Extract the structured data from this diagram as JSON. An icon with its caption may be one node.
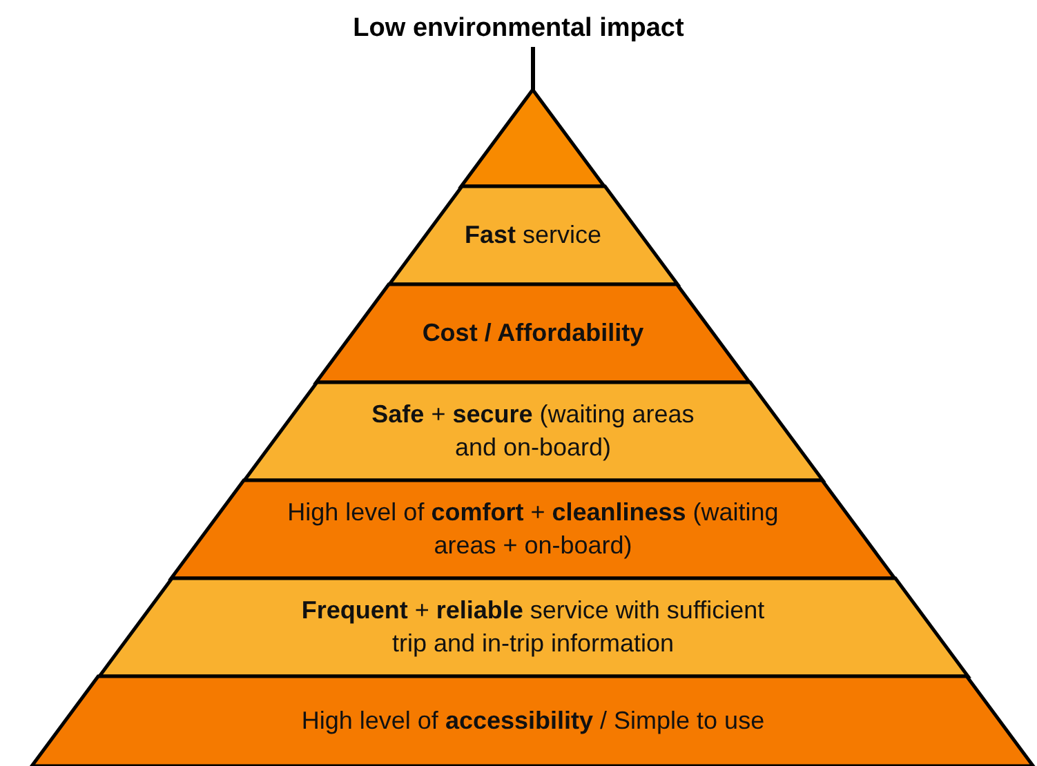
{
  "diagram": {
    "nodes": [
      {
        "text": [
          "Low environmental impact"
        ]
      },
      {
        "text": [],
        "shape": "triangle"
      },
      {
        "text": [
          "**Fast** service"
        ]
      },
      {
        "text": [
          "Cost / Affordability"
        ]
      },
      {
        "text": [
          "**Safe** + **secure** (waiting areas and on-board)"
        ]
      },
      {
        "text": [
          "High level of **comfort** + **cleanliness** (waiting areas + on-board)"
        ]
      },
      {
        "text": [
          "**Frequent** + **reliable** service with sufficient trip and in-trip information"
        ]
      },
      {
        "text": [
          "High level of **accessibility** / Simple to use"
        ]
      }
    ],
    "edges": [
      {
        "from": 0,
        "to": 1,
        "arrow": "none"
      }
    ]
  }
}
